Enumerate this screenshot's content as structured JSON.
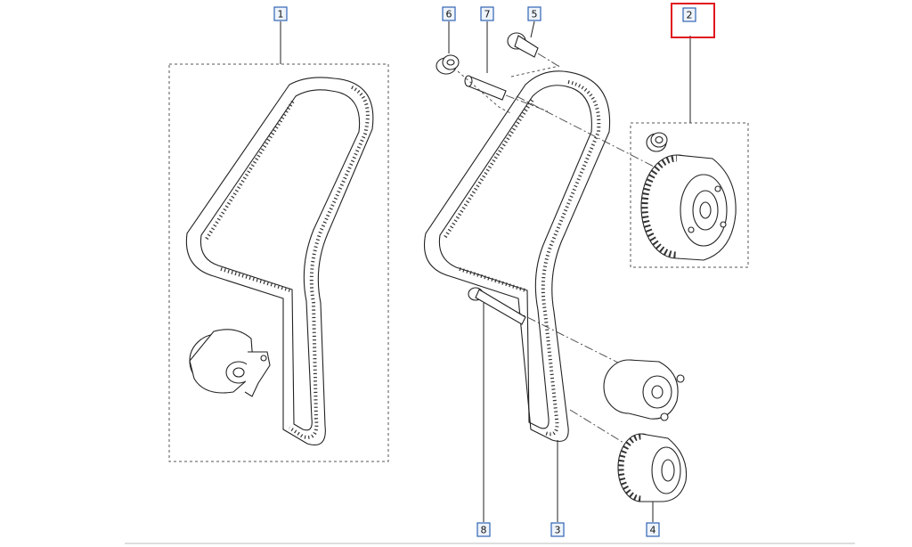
{
  "callouts": {
    "c1": "1",
    "c2": "2",
    "c3": "3",
    "c4": "4",
    "c5": "5",
    "c6": "6",
    "c7": "7",
    "c8": "8"
  },
  "highlight_color": "#e0141e",
  "callout_border_color": "#2f63b5"
}
